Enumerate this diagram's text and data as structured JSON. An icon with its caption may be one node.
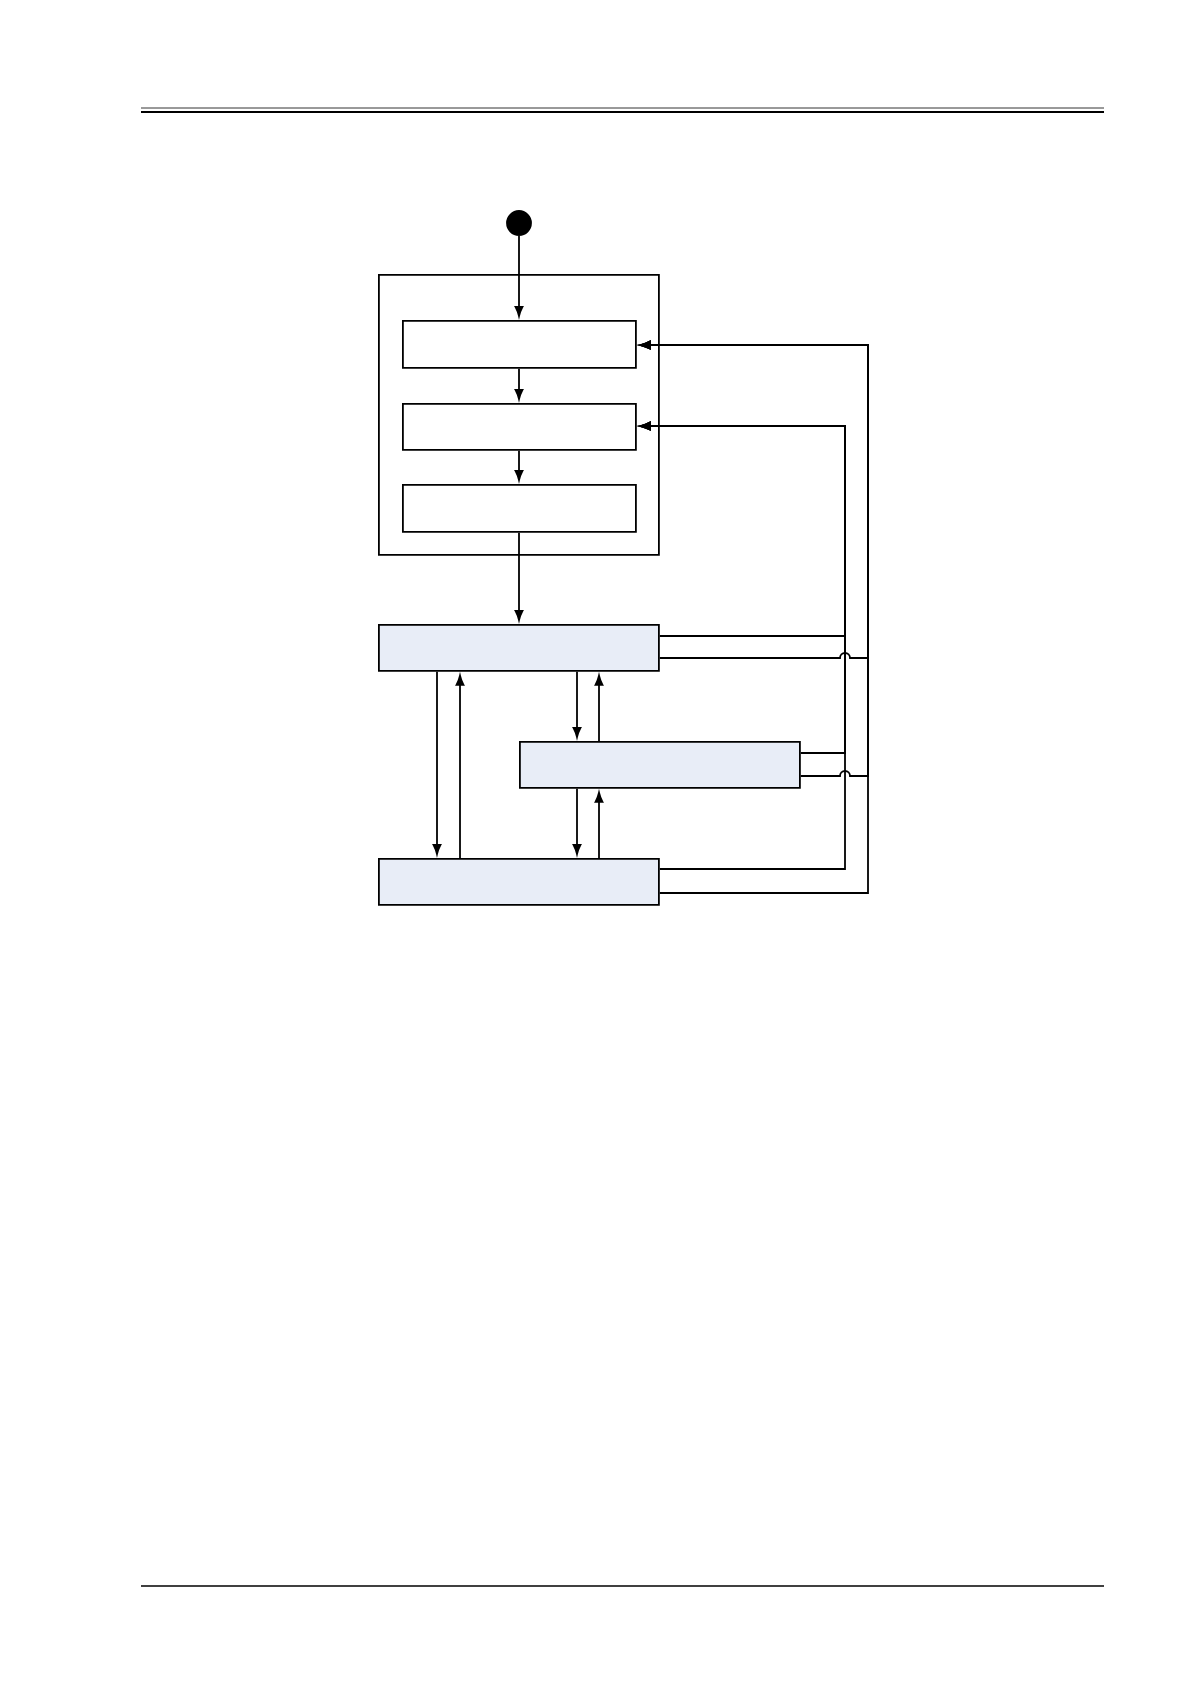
{
  "diagram": {
    "nodes": [
      {
        "text": [],
        "shape": "circle"
      },
      {
        "text": [],
        "shape": "box"
      },
      {
        "text": [],
        "shape": "box",
        "in": 1
      },
      {
        "text": [],
        "shape": "box",
        "in": 1
      },
      {
        "text": [],
        "shape": "box",
        "in": 1
      },
      {
        "text": [],
        "shape": "box"
      },
      {
        "text": [],
        "shape": "box"
      },
      {
        "text": [],
        "shape": "box"
      }
    ],
    "edges": [
      {
        "from": 0,
        "to": 2,
        "arrow": "to"
      },
      {
        "from": 2,
        "to": 3,
        "arrow": "to"
      },
      {
        "from": 3,
        "to": 4,
        "arrow": "to"
      },
      {
        "from": 4,
        "to": 5,
        "arrow": "to"
      },
      {
        "from": 5,
        "to": 7,
        "arrow": "to"
      },
      {
        "from": 7,
        "to": 5,
        "arrow": "to"
      },
      {
        "from": 5,
        "to": 6,
        "arrow": "to"
      },
      {
        "from": 6,
        "to": 5,
        "arrow": "to"
      },
      {
        "from": 6,
        "to": 7,
        "arrow": "to"
      },
      {
        "from": 7,
        "to": 6,
        "arrow": "to"
      },
      {
        "from": 5,
        "to": 3,
        "arrow": "to"
      },
      {
        "from": 6,
        "to": 3,
        "arrow": "to"
      },
      {
        "from": 7,
        "to": 3,
        "arrow": "to"
      },
      {
        "from": 5,
        "to": 2,
        "arrow": "to"
      },
      {
        "from": 6,
        "to": 2,
        "arrow": "to"
      },
      {
        "from": 7,
        "to": 2,
        "arrow": "to"
      }
    ]
  }
}
